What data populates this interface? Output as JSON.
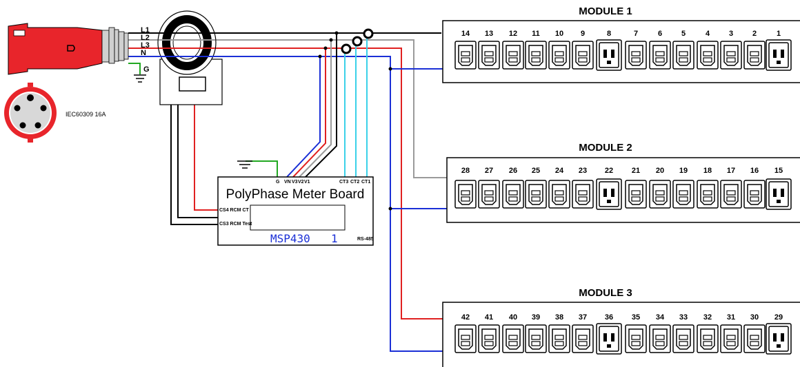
{
  "plug": {
    "wire_labels": [
      "L1",
      "L2",
      "L3",
      "N",
      "G"
    ],
    "standard_label": "IEC60309 16A"
  },
  "meter_board": {
    "title": "PolyPhase Meter Board",
    "mcu_label": "MSP430",
    "unit_number": "1",
    "top_pins": [
      "G",
      "VN",
      "V3",
      "V2",
      "V1"
    ],
    "ct_pins": [
      "CT3",
      "CT2",
      "CT1"
    ],
    "left_pins": [
      "CS4 RCM CT",
      "CS3 RCM Test"
    ],
    "comm_label": "RS-485"
  },
  "modules": [
    {
      "title": "MODULE 1",
      "outlets": [
        "14",
        "13",
        "12",
        "11",
        "10",
        "9",
        "8",
        "7",
        "6",
        "5",
        "4",
        "3",
        "2",
        "1"
      ]
    },
    {
      "title": "MODULE 2",
      "outlets": [
        "28",
        "27",
        "26",
        "25",
        "24",
        "23",
        "22",
        "21",
        "20",
        "19",
        "18",
        "17",
        "16",
        "15"
      ]
    },
    {
      "title": "MODULE 3",
      "outlets": [
        "42",
        "41",
        "40",
        "39",
        "38",
        "37",
        "36",
        "35",
        "34",
        "33",
        "32",
        "31",
        "30",
        "29"
      ]
    }
  ],
  "colors": {
    "plug_red": "#e8252b",
    "wire_red": "#e02020",
    "wire_blue": "#1a2fd6",
    "wire_gray": "#9a9a9a",
    "wire_cyan": "#3ad1e8",
    "ground_green": "#21a821",
    "mcu_text": "#1a2fd6"
  }
}
